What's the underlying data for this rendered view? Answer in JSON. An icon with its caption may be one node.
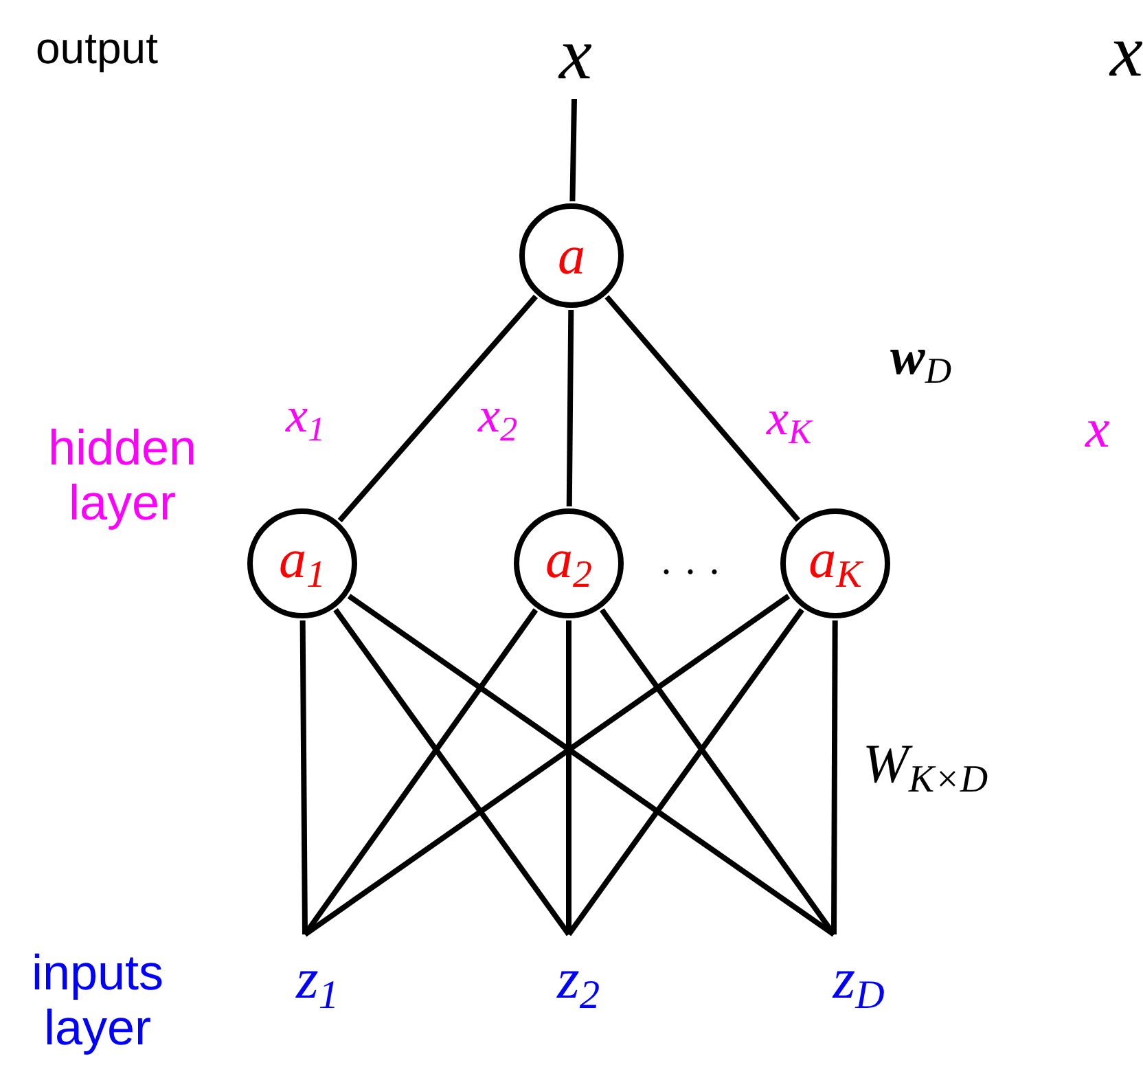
{
  "diagram": {
    "nodes": [
      {
        "text": [
          "x"
        ]
      },
      {
        "text": [
          "a"
        ]
      },
      {
        "text": [
          "a$_{1}$"
        ]
      },
      {
        "text": [
          "a$_{2}$"
        ]
      },
      {
        "text": [
          "a$_{K}$"
        ]
      },
      {
        "text": [
          "z$_{1}$"
        ]
      },
      {
        "text": [
          "z$_{2}$"
        ]
      },
      {
        "text": [
          "z$_{D}$"
        ]
      }
    ],
    "edges": [
      {
        "from": 1,
        "to": 0,
        "arrow": "none"
      },
      {
        "from": 1,
        "to": 2,
        "arrow": "none",
        "label": "x$_{1}$"
      },
      {
        "from": 1,
        "to": 3,
        "arrow": "none",
        "label": "x$_{2}$"
      },
      {
        "from": 1,
        "to": 4,
        "arrow": "none",
        "label": "x$_{K}$"
      },
      {
        "from": 2,
        "to": 5,
        "arrow": "none"
      },
      {
        "from": 2,
        "to": 6,
        "arrow": "none"
      },
      {
        "from": 2,
        "to": 7,
        "arrow": "none"
      },
      {
        "from": 3,
        "to": 5,
        "arrow": "none"
      },
      {
        "from": 3,
        "to": 6,
        "arrow": "none"
      },
      {
        "from": 3,
        "to": 7,
        "arrow": "none"
      },
      {
        "from": 4,
        "to": 5,
        "arrow": "none"
      },
      {
        "from": 4,
        "to": 6,
        "arrow": "none"
      },
      {
        "from": 4,
        "to": 7,
        "arrow": "none"
      }
    ],
    "labels": [
      "output",
      "x",
      "**w**$_{D}$",
      "hidden layer",
      "x",
      "· · ·",
      "W$_{K×D}$",
      "inputs layer"
    ]
  }
}
